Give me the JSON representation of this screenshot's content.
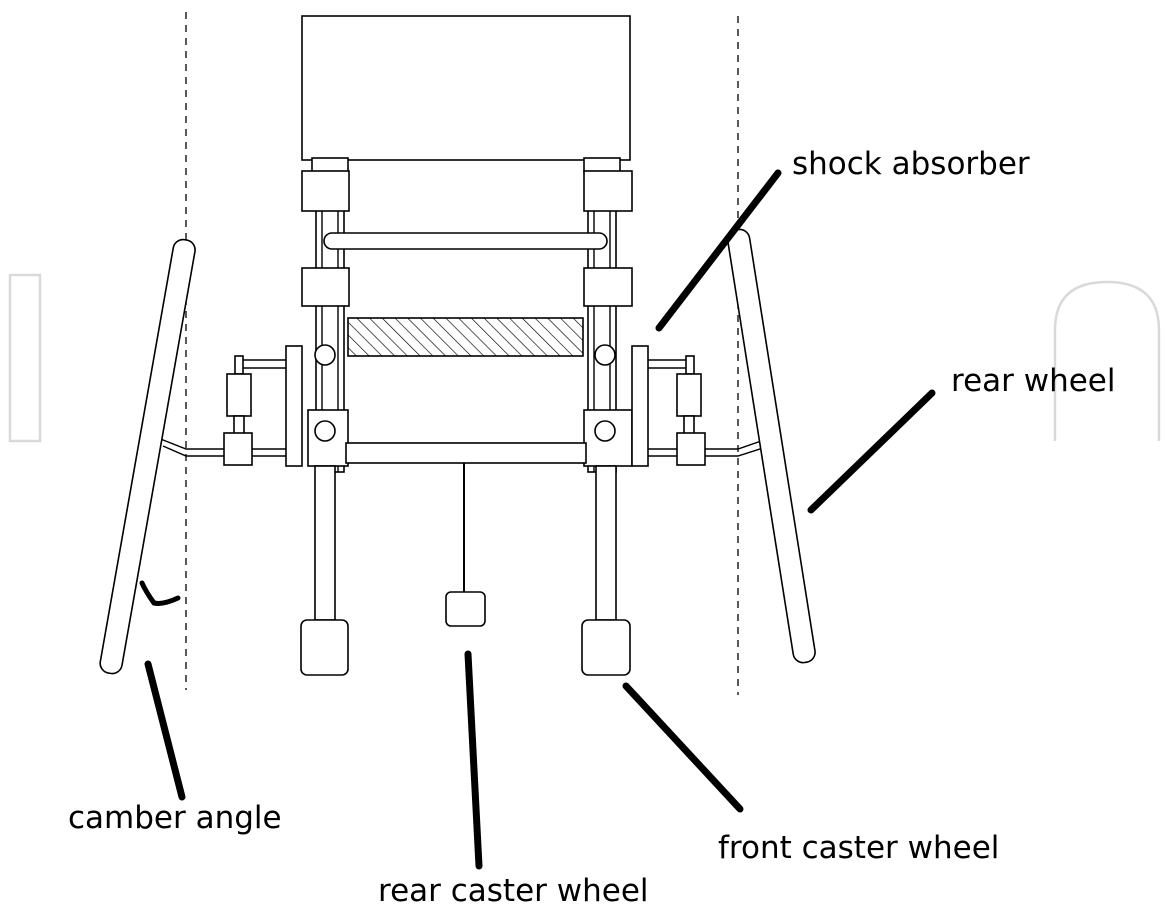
{
  "labels": {
    "shock_absorber": "shock absorber",
    "rear_wheel": "rear wheel",
    "camber_angle": "camber angle",
    "front_caster_wheel": "front caster wheel",
    "rear_caster_wheel": "rear caster wheel"
  },
  "colors": {
    "line": "#000000",
    "background": "#ffffff",
    "watermark": "#d9d9d9"
  }
}
